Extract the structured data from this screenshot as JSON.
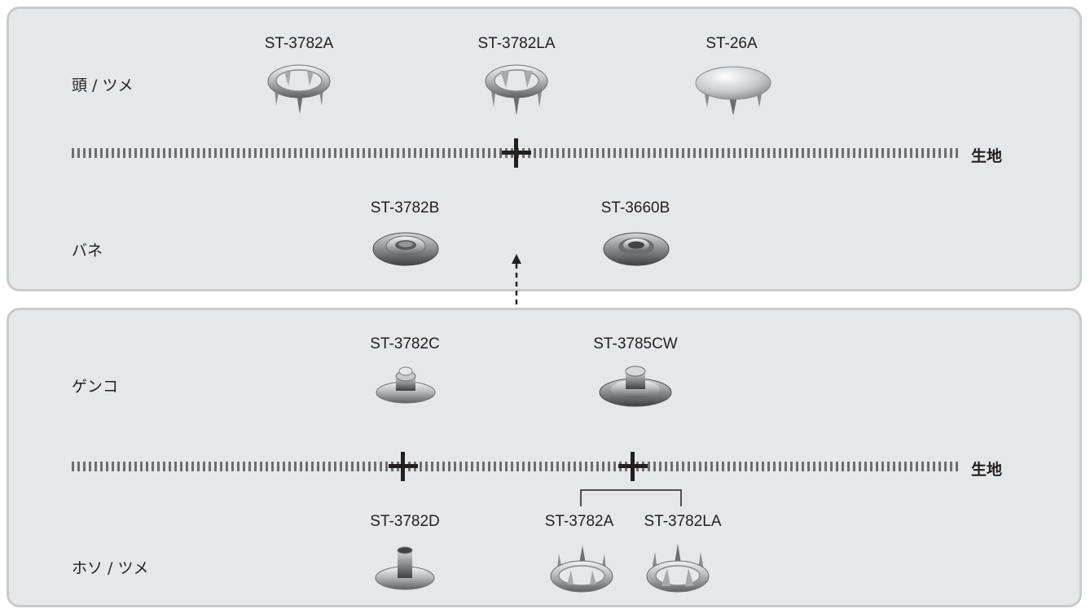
{
  "top_panel": {
    "row_head": {
      "label": "頭 / ツメ",
      "items": [
        "ST-3782A",
        "ST-3782LA",
        "ST-26A"
      ]
    },
    "fabric_label": "生地",
    "row_spring": {
      "label": "バネ",
      "items": [
        "ST-3782B",
        "ST-3660B"
      ]
    }
  },
  "bottom_panel": {
    "row_stud": {
      "label": "ゲンコ",
      "items": [
        "ST-3782C",
        "ST-3785CW"
      ]
    },
    "fabric_label": "生地",
    "row_post": {
      "label": "ホソ / ツメ",
      "items": [
        "ST-3782D",
        "ST-3782A",
        "ST-3782LA"
      ]
    }
  },
  "colors": {
    "panel_bg": "#e6e7e8",
    "panel_border": "#c9cacb",
    "text": "#231f20",
    "fabric_dash": "#6d6e71",
    "metal": "#a7a9ac"
  },
  "icons": [
    "ring-prong-icon",
    "pearl-cap-prong-icon",
    "socket-icon",
    "stud-icon",
    "post-icon",
    "connector-arrow-icon"
  ]
}
